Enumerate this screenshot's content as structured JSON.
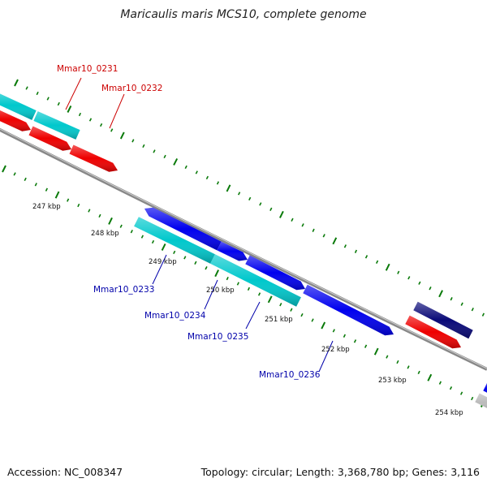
{
  "title": "Maricaulis maris MCS10, complete genome",
  "footer": {
    "accession": "Accession: NC_008347",
    "summary": "Topology: circular; Length: 3,368,780 bp; Genes: 3,116"
  },
  "colors": {
    "forward_cds": "#0000ee",
    "forward_gene": "#00c8cc",
    "reverse_cds": "#ee0000",
    "dark_cds": "#0a0a78",
    "pseudo": "#bbbbbb",
    "tick": "#0a7a0a",
    "backbone": "#888888",
    "label_forward": "#0000aa",
    "label_reverse": "#cc0000"
  },
  "scale_labels": [
    "247 kbp",
    "248 kbp",
    "249 kbp",
    "250 kbp",
    "251 kbp",
    "252 kbp",
    "253 kbp",
    "254 kbp"
  ],
  "gene_labels": {
    "reverse": [
      "Mmar10_0231",
      "Mmar10_0232"
    ],
    "forward": [
      "Mmar10_0233",
      "Mmar10_0234",
      "Mmar10_0235",
      "Mmar10_0236"
    ]
  }
}
